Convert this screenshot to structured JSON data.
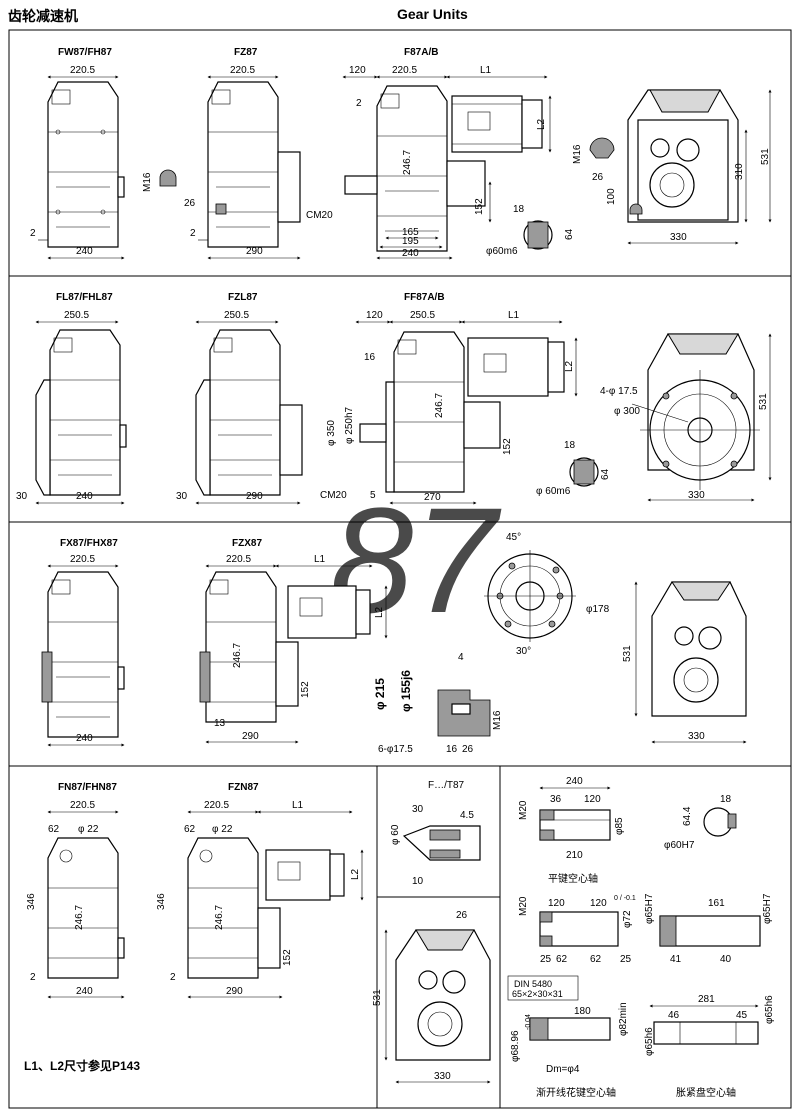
{
  "header": {
    "title_cn": "齿轮减速机",
    "title_en": "Gear Units",
    "watermark": "87"
  },
  "row1": {
    "fw": {
      "title": "FW87/FH87",
      "w_top": "220.5",
      "w_bot": "240",
      "d_left": "2"
    },
    "fz": {
      "title": "FZ87",
      "w_top": "220.5",
      "w_bot": "290",
      "d_left": "2",
      "d_m": "M16",
      "d_26": "26"
    },
    "fa": {
      "title": "F87A/B",
      "d120": "120",
      "d220": "220.5",
      "l1": "L1",
      "l2": "L2",
      "d2": "2",
      "h": "246.7",
      "d152": "152",
      "d165": "165",
      "d195": "195",
      "d240": "240",
      "cm": "CM20"
    },
    "key": {
      "w": "18",
      "h": "64",
      "dia": "φ60m6"
    },
    "side": {
      "m": "M16",
      "d26": "26",
      "h310": "310",
      "h100": "100",
      "h531": "531",
      "w330": "330"
    }
  },
  "row2": {
    "fl": {
      "title": "FL87/FHL87",
      "w_top": "250.5",
      "w_bot": "240",
      "d30": "30"
    },
    "fzl": {
      "title": "FZL87",
      "w_top": "250.5",
      "w_bot": "290",
      "d30": "30"
    },
    "ff": {
      "title": "FF87A/B",
      "d120": "120",
      "d250": "250.5",
      "l1": "L1",
      "l2": "L2",
      "d16": "16",
      "h": "246.7",
      "d350": "φ 350",
      "d250h7": "φ 250h7",
      "d152": "152",
      "cm": "CM20",
      "d5": "5",
      "d270": "270"
    },
    "key": {
      "w": "18",
      "h": "64",
      "dia": "φ 60m6"
    },
    "side": {
      "holes": "4-φ 17.5",
      "pcd": "φ 300",
      "h531": "531",
      "w330": "330"
    }
  },
  "row3": {
    "fx": {
      "title": "FX87/FHX87",
      "w_top": "220.5",
      "w_bot": "240"
    },
    "fzx": {
      "title": "FZX87",
      "w_top": "220.5",
      "l1": "L1",
      "l2": "L2",
      "h": "246.7",
      "d152": "152",
      "d13": "13",
      "d290": "290"
    },
    "flange": {
      "a45": "45°",
      "a30": "30°",
      "d178": "φ178",
      "d215": "φ 215",
      "d155": "φ 155j6",
      "d4": "4",
      "m16": "M16",
      "holes": "6-φ17.5",
      "d16": "16",
      "d26": "26"
    },
    "side": {
      "h531": "531",
      "w330": "330"
    }
  },
  "row4": {
    "fn": {
      "title": "FN87/FHN87",
      "w_top": "220.5",
      "d62": "62",
      "d22": "φ 22",
      "h346": "346",
      "h": "246.7",
      "d2": "2",
      "w_bot": "240"
    },
    "fzn": {
      "title": "FZN87",
      "w_top": "220.5",
      "l1": "L1",
      "l2": "L2",
      "d62": "62",
      "d22": "φ 22",
      "h346": "346",
      "h": "246.7",
      "d152": "152",
      "d2": "2",
      "w_bot": "290"
    },
    "t87": {
      "title": "F…/T87",
      "d30": "30",
      "d45": "4.5",
      "d60": "φ 60",
      "d10": "10"
    },
    "side": {
      "d26": "26",
      "h531": "531",
      "w330": "330"
    },
    "note": "L1、L2尺寸参见P143"
  },
  "shafts": {
    "flat": {
      "d240": "240",
      "d36": "36",
      "d120": "120",
      "m20": "M20",
      "d85": "φ85",
      "d210": "210",
      "caption": "平键空心轴"
    },
    "hollow": {
      "d18": "18",
      "d644": "64.4",
      "d60h7": "φ60H7"
    },
    "spline": {
      "m20": "M20",
      "d120a": "120",
      "d120b": "120",
      "d72": "φ72",
      "tol": "0 / -0.1",
      "d25a": "25",
      "d62a": "62",
      "d62b": "62",
      "d25b": "25",
      "din": "DIN 5480",
      "spec": "65×2×30×31",
      "d180": "180",
      "d82": "φ82min",
      "d6896": "φ68.96",
      "tol2": "-0.04",
      "dm": "Dm=φ4",
      "caption": "渐开线花键空心轴"
    },
    "shrink": {
      "d65h7a": "φ65H7",
      "d161": "161",
      "d65h7b": "φ65H7",
      "d41": "41",
      "d40": "40",
      "d281": "281",
      "d46": "46",
      "d45": "45",
      "d65h6a": "φ65h6",
      "d65h6b": "φ65h6",
      "caption": "胀紧盘空心轴"
    }
  }
}
